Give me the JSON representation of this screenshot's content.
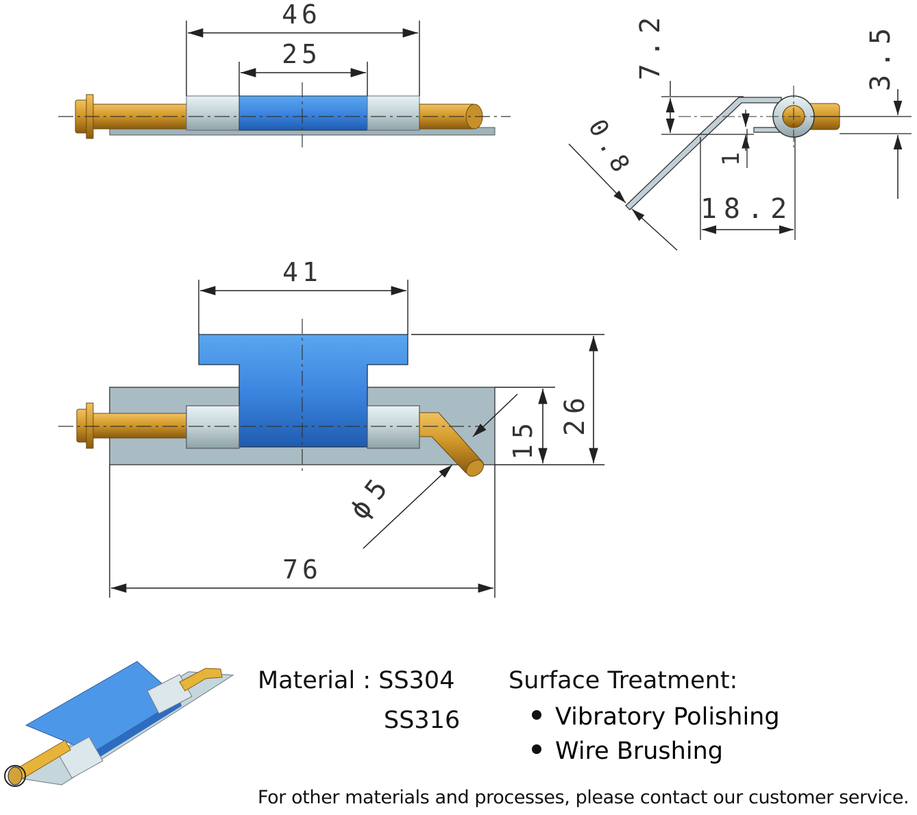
{
  "dimensions": {
    "top_overall": "46",
    "top_center": "25",
    "side_height": "7.2",
    "side_pin_offset": "3.5",
    "side_thickness": "0.8",
    "side_gap": "1",
    "side_width": "18.2",
    "plan_leaf_width": "41",
    "plan_overall_height": "26",
    "plan_base_height": "15",
    "plan_pin_diameter": "ϕ5",
    "plan_overall_length": "76"
  },
  "specs": {
    "material_label": "Material : SS304",
    "material_alt": "SS316",
    "surface_title": "Surface Treatment:",
    "surface_items": [
      "Vibratory Polishing",
      "Wire Brushing"
    ],
    "footer_note": "For other materials and processes, please contact our customer service."
  },
  "colors": {
    "blue_leaf": "#3d86e0",
    "steel_knuckle": "#c7d6da",
    "brass_pin": "#d39a2a",
    "base_plate": "#a9bcc3",
    "dimension_line": "#222222"
  }
}
